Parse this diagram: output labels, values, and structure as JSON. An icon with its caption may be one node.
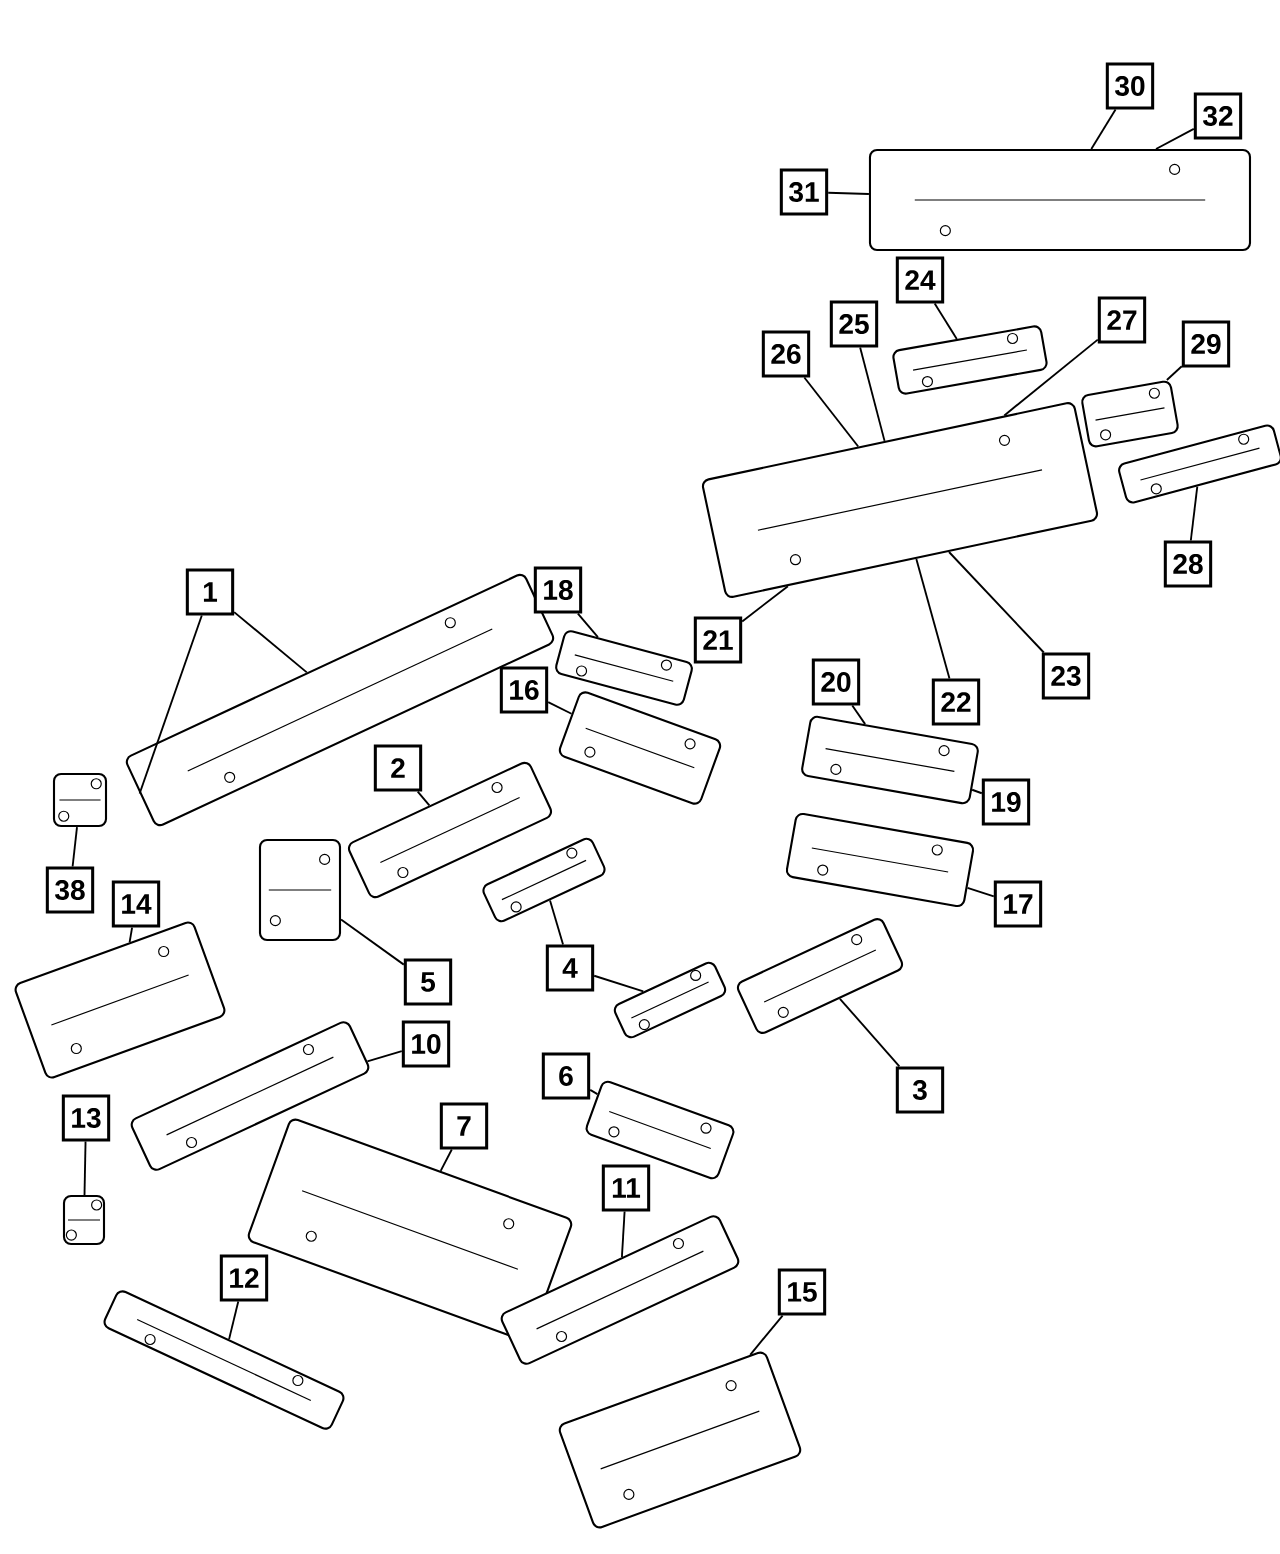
{
  "diagram": {
    "nodes": [
      {
        "text": [
          "30"
        ]
      },
      {
        "text": [
          "32"
        ]
      },
      {
        "text": [
          "31"
        ]
      },
      {
        "text": [
          "24"
        ]
      },
      {
        "text": [
          "27"
        ]
      },
      {
        "text": [
          "25"
        ]
      },
      {
        "text": [
          "29"
        ]
      },
      {
        "text": [
          "26"
        ]
      },
      {
        "text": [
          "28"
        ]
      },
      {
        "text": [
          "18"
        ]
      },
      {
        "text": [
          "1"
        ]
      },
      {
        "text": [
          "21"
        ]
      },
      {
        "text": [
          "23"
        ]
      },
      {
        "text": [
          "20"
        ]
      },
      {
        "text": [
          "22"
        ]
      },
      {
        "text": [
          "16"
        ]
      },
      {
        "text": [
          "2"
        ]
      },
      {
        "text": [
          "19"
        ]
      },
      {
        "text": [
          "38"
        ]
      },
      {
        "text": [
          "14"
        ]
      },
      {
        "text": [
          "17"
        ]
      },
      {
        "text": [
          "5"
        ]
      },
      {
        "text": [
          "4"
        ]
      },
      {
        "text": [
          "10"
        ]
      },
      {
        "text": [
          "6"
        ]
      },
      {
        "text": [
          "3"
        ]
      },
      {
        "text": [
          "7"
        ]
      },
      {
        "text": [
          "13"
        ]
      },
      {
        "text": [
          "11"
        ]
      },
      {
        "text": [
          "12"
        ]
      },
      {
        "text": [
          "15"
        ]
      },
      {
        "text": [],
        "shape": "picture"
      },
      {
        "text": [],
        "shape": "picture"
      },
      {
        "text": [],
        "shape": "picture"
      },
      {
        "text": [],
        "shape": "picture"
      },
      {
        "text": [],
        "shape": "picture"
      },
      {
        "text": [],
        "shape": "picture"
      },
      {
        "text": [],
        "shape": "picture"
      },
      {
        "text": [],
        "shape": "picture"
      },
      {
        "text": [],
        "shape": "picture"
      },
      {
        "text": [],
        "shape": "picture"
      },
      {
        "text": [],
        "shape": "picture"
      },
      {
        "text": [],
        "shape": "picture"
      },
      {
        "text": [],
        "shape": "picture"
      },
      {
        "text": [],
        "shape": "picture"
      },
      {
        "text": [],
        "shape": "picture"
      },
      {
        "text": [],
        "shape": "picture"
      },
      {
        "text": [],
        "shape": "picture"
      },
      {
        "text": [],
        "shape": "picture"
      },
      {
        "text": [],
        "shape": "picture"
      },
      {
        "text": [],
        "shape": "picture"
      },
      {
        "text": [],
        "shape": "picture"
      },
      {
        "text": [],
        "shape": "picture"
      },
      {
        "text": [],
        "shape": "picture"
      },
      {
        "text": [],
        "shape": "picture"
      }
    ],
    "edges": [
      {
        "from": 0,
        "to": 31,
        "arrow": "none"
      },
      {
        "from": 1,
        "to": 31,
        "arrow": "none"
      },
      {
        "from": 2,
        "to": 31,
        "arrow": "none"
      },
      {
        "from": 3,
        "to": 32,
        "arrow": "none"
      },
      {
        "from": 4,
        "to": 34,
        "arrow": "none"
      },
      {
        "from": 5,
        "to": 34,
        "arrow": "none"
      },
      {
        "from": 6,
        "to": 33,
        "arrow": "none"
      },
      {
        "from": 7,
        "to": 34,
        "arrow": "none"
      },
      {
        "from": 8,
        "to": 35,
        "arrow": "none"
      },
      {
        "from": 9,
        "to": 36,
        "arrow": "none"
      },
      {
        "from": 10,
        "to": 37,
        "arrow": "none"
      },
      {
        "from": 10,
        "to": 37,
        "arrow": "none"
      },
      {
        "from": 11,
        "to": 34,
        "arrow": "none"
      },
      {
        "from": 12,
        "to": 34,
        "arrow": "none"
      },
      {
        "from": 13,
        "to": 41,
        "arrow": "none"
      },
      {
        "from": 14,
        "to": 34,
        "arrow": "none"
      },
      {
        "from": 15,
        "to": 39,
        "arrow": "none"
      },
      {
        "from": 16,
        "to": 40,
        "arrow": "none"
      },
      {
        "from": 17,
        "to": 41,
        "arrow": "none"
      },
      {
        "from": 18,
        "to": 38,
        "arrow": "none"
      },
      {
        "from": 19,
        "to": 42,
        "arrow": "none"
      },
      {
        "from": 20,
        "to": 43,
        "arrow": "none"
      },
      {
        "from": 21,
        "to": 44,
        "arrow": "none"
      },
      {
        "from": 22,
        "to": 45,
        "arrow": "none"
      },
      {
        "from": 22,
        "to": 46,
        "arrow": "none"
      },
      {
        "from": 23,
        "to": 48,
        "arrow": "none"
      },
      {
        "from": 24,
        "to": 49,
        "arrow": "none"
      },
      {
        "from": 25,
        "to": 47,
        "arrow": "none"
      },
      {
        "from": 26,
        "to": 50,
        "arrow": "none"
      },
      {
        "from": 27,
        "to": 51,
        "arrow": "none"
      },
      {
        "from": 28,
        "to": 52,
        "arrow": "none"
      },
      {
        "from": 29,
        "to": 53,
        "arrow": "none"
      },
      {
        "from": 30,
        "to": 54,
        "arrow": "none"
      }
    ]
  }
}
